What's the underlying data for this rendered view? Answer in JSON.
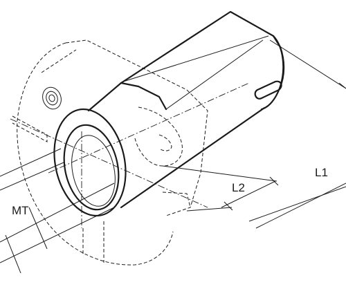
{
  "drawing": {
    "labels": {
      "l1": "L1",
      "l2": "L2",
      "mt": "MT"
    }
  }
}
